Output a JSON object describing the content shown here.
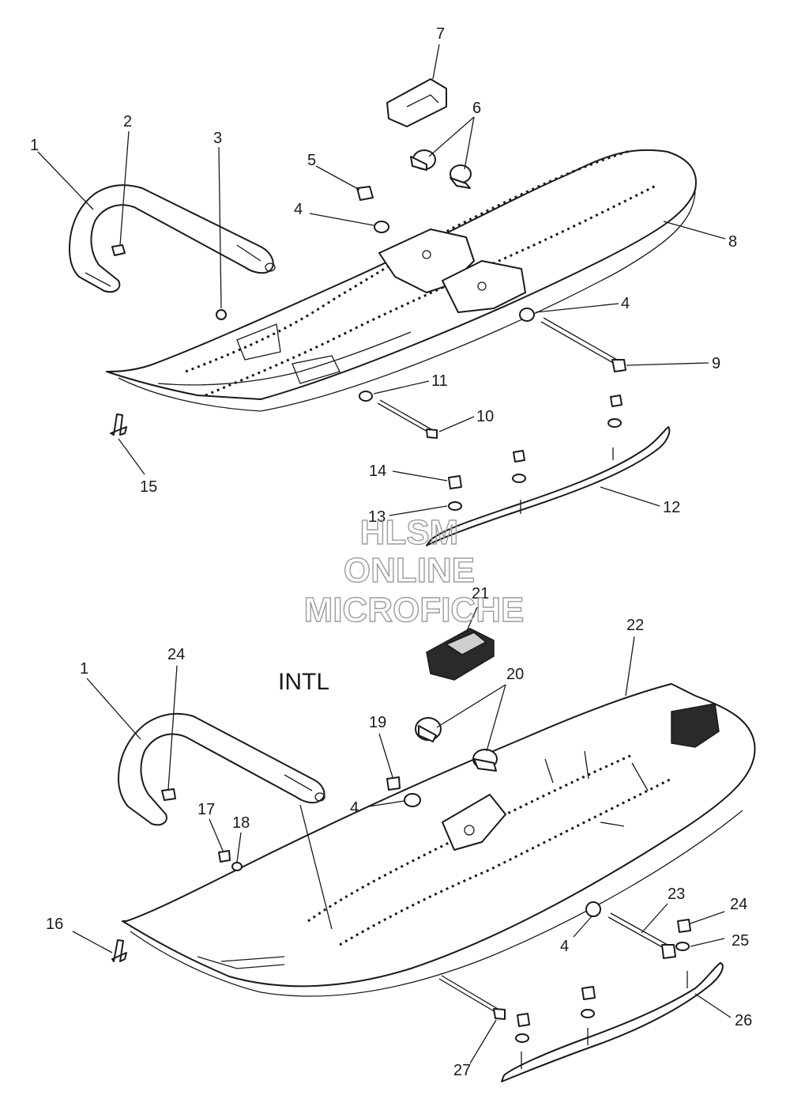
{
  "watermark": {
    "line1": "HLSM",
    "line2": "ONLINE",
    "line3": "MICROFICHE"
  },
  "region_label": "INTL",
  "callouts_top": [
    "1",
    "2",
    "3",
    "4",
    "5",
    "6",
    "7",
    "4",
    "8",
    "4",
    "9",
    "11",
    "10",
    "15",
    "14",
    "13",
    "12"
  ],
  "callouts_bottom": [
    "21",
    "22",
    "1",
    "24",
    "20",
    "19",
    "4",
    "17",
    "18",
    "23",
    "24",
    "25",
    "4",
    "16",
    "26",
    "27"
  ]
}
